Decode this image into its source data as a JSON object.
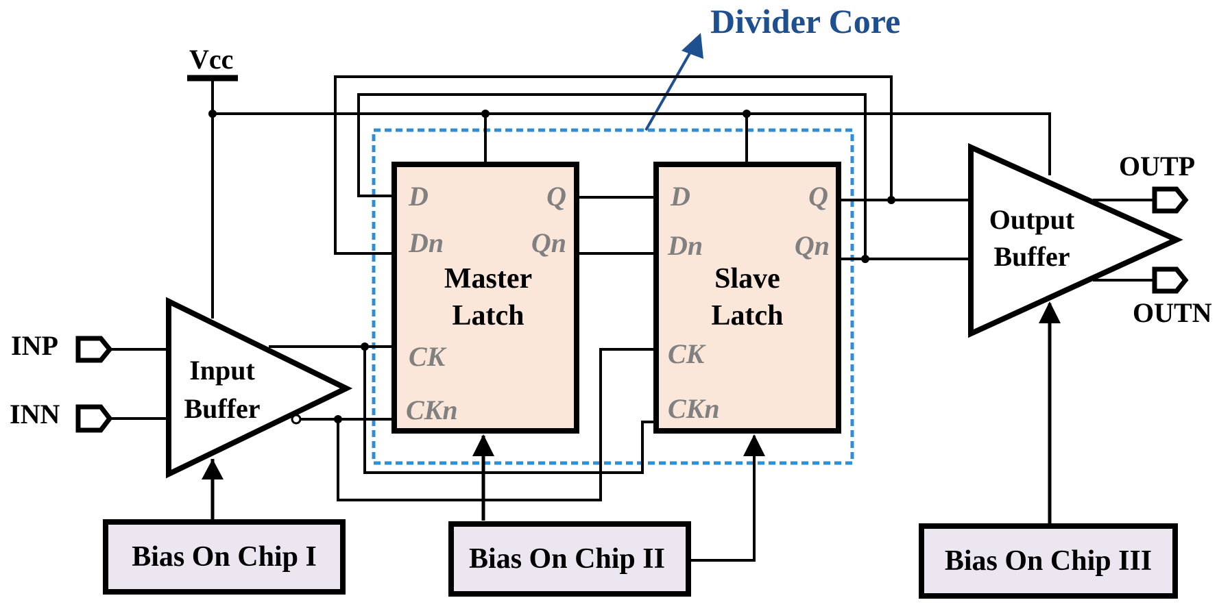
{
  "title": "Divider Core",
  "colors": {
    "title": "#1d4f91",
    "divider_core_border": "#2f8fd6",
    "latch_fill": "#fbe7d9",
    "bias_fill": "#ece6f1",
    "pin_label": "#808080"
  },
  "vcc": "Vcc",
  "inputs": {
    "inp": "INP",
    "inn": "INN"
  },
  "outputs": {
    "outp": "OUTP",
    "outn": "OUTN"
  },
  "input_buffer": {
    "line1": "Input",
    "line2": "Buffer"
  },
  "output_buffer": {
    "line1": "Output",
    "line2": "Buffer"
  },
  "master_latch": {
    "line1": "Master",
    "line2": "Latch",
    "pins": {
      "d": "D",
      "dn": "Dn",
      "q": "Q",
      "qn": "Qn",
      "ck": "CK",
      "ckn": "CKn"
    }
  },
  "slave_latch": {
    "line1": "Slave",
    "line2": "Latch",
    "pins": {
      "d": "D",
      "dn": "Dn",
      "q": "Q",
      "qn": "Qn",
      "ck": "CK",
      "ckn": "CKn"
    }
  },
  "bias": {
    "one": "Bias On Chip I",
    "two": "Bias On Chip II",
    "three": "Bias On Chip III"
  }
}
